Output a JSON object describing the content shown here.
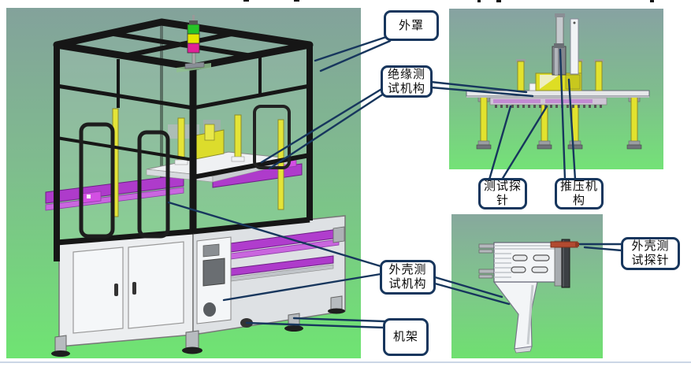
{
  "page": {
    "background": "#FFFFFF"
  },
  "figure": {
    "callouts": {
      "cover": "外罩",
      "insulation_test_mechanism": "绝缘测\n试机构",
      "test_probe": "测试探\n针",
      "push_mechanism": "推压机\n构",
      "housing_test_mechanism": "外壳测\n试机构",
      "frame": "机架",
      "housing_test_probe": "外壳测\n试探针"
    },
    "colors": {
      "callout_border": "#17365D",
      "leader_line": "#17365D",
      "render_background_top": "#84A49C",
      "render_background_bottom": "#6FE472",
      "machine_frame_black": "#161616",
      "conveyor_purple": "#AE3BCB",
      "fixture_yellow": "#E2E22E",
      "probe_red": "#B24A30",
      "stack_light_green": "#27C427",
      "stack_light_yellow": "#E6E600",
      "stack_light_magenta": "#E02098"
    }
  }
}
